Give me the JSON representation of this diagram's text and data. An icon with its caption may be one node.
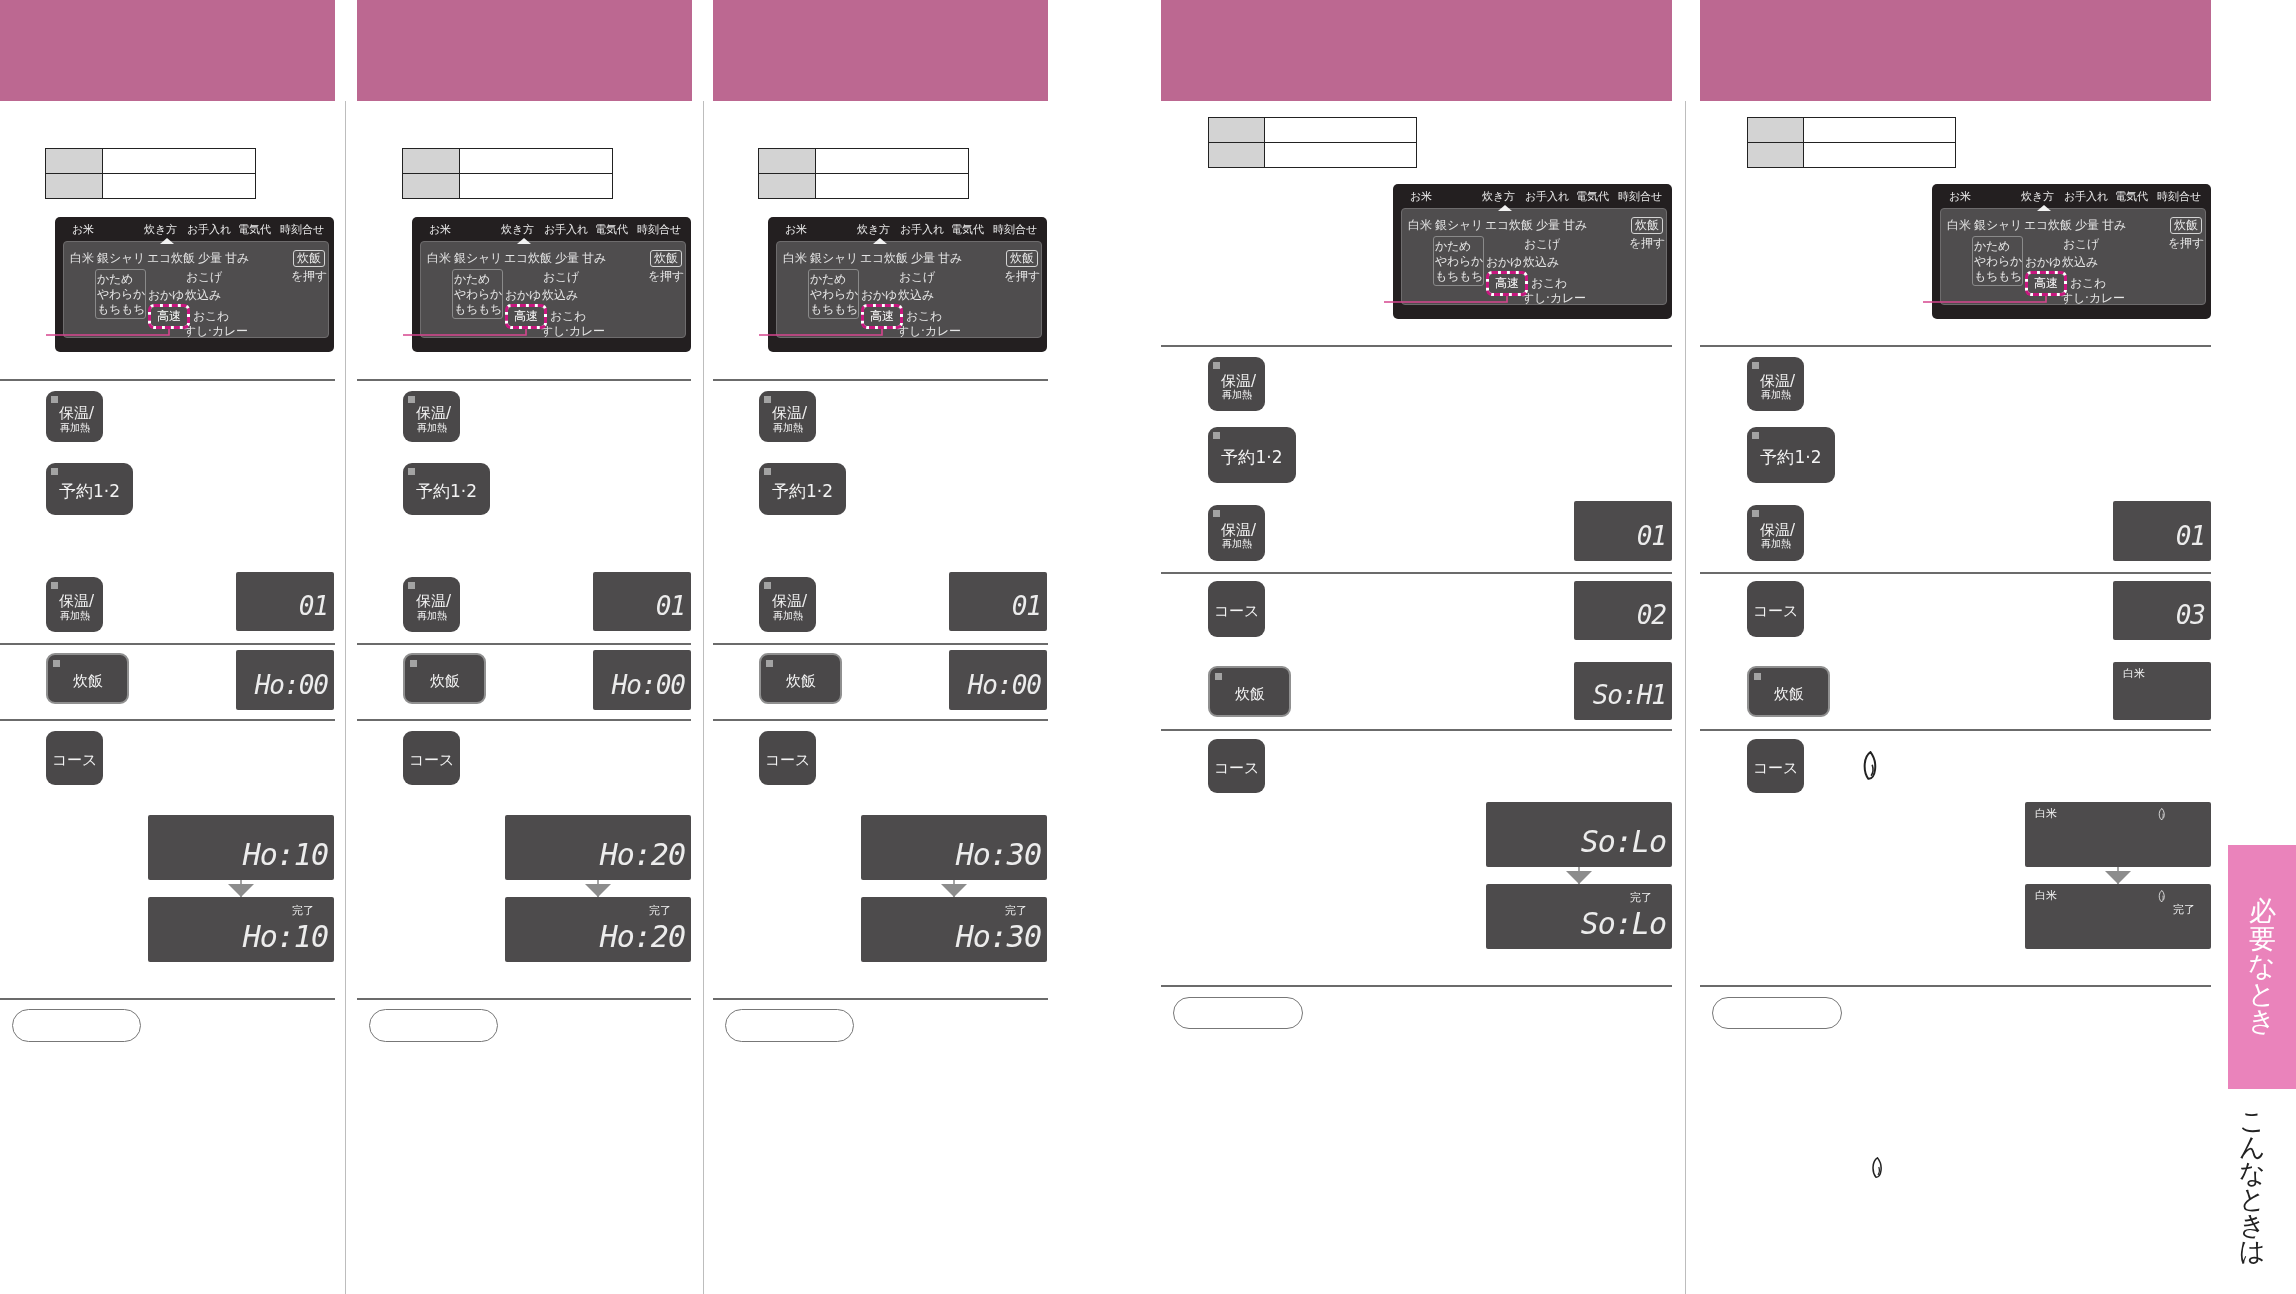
{
  "diagram": {
    "nodes": [
      {
        "text": [
          "お米",
          "炊き方",
          "お手入れ",
          "電気代",
          "時刻合せ"
        ]
      },
      {
        "text": [
          "白米",
          "銀シャリ",
          "エコ炊飯",
          "少量",
          "甘み",
          "おこげ",
          "おかゆ",
          "炊込み",
          "おこわ",
          "すし·カレー"
        ],
        "in": 0
      },
      {
        "text": [
          "炊飯"
        ],
        "beside": [
          "を押す"
        ],
        "in": 1
      },
      {
        "text": [
          "かため",
          "やわらか",
          "もちもち"
        ],
        "in": 1
      },
      {
        "text": [
          "高速"
        ],
        "in": 1
      },
      {
        "text": [
          "保温/",
          "再加熱"
        ]
      },
      {
        "text": [
          "予約1·2"
        ]
      },
      {
        "text": [
          "保温/",
          "再加熱"
        ]
      },
      {
        "text": [
          "01"
        ]
      },
      {
        "text": [
          "炊飯"
        ]
      },
      {
        "text": [
          "Ho:00"
        ]
      },
      {
        "text": [
          "コース"
        ]
      },
      {
        "text": [
          "Ho:10"
        ]
      },
      {
        "text": [
          "完了",
          "Ho:10"
        ]
      },
      {
        "text": [
          "お米",
          "炊き方",
          "お手入れ",
          "電気代",
          "時刻合せ"
        ]
      },
      {
        "text": [
          "白米",
          "銀シャリ",
          "エコ炊飯",
          "少量",
          "甘み",
          "おこげ",
          "おかゆ",
          "炊込み",
          "おこわ",
          "すし·カレー"
        ],
        "in": 14
      },
      {
        "text": [
          "炊飯"
        ],
        "beside": [
          "を押す"
        ],
        "in": 15
      },
      {
        "text": [
          "かため",
          "やわらか",
          "もちもち"
        ],
        "in": 15
      },
      {
        "text": [
          "高速"
        ],
        "in": 15
      },
      {
        "text": [
          "保温/",
          "再加熱"
        ]
      },
      {
        "text": [
          "予約1·2"
        ]
      },
      {
        "text": [
          "保温/",
          "再加熱"
        ]
      },
      {
        "text": [
          "01"
        ]
      },
      {
        "text": [
          "炊飯"
        ]
      },
      {
        "text": [
          "Ho:00"
        ]
      },
      {
        "text": [
          "コース"
        ]
      },
      {
        "text": [
          "Ho:20"
        ]
      },
      {
        "text": [
          "完了",
          "Ho:20"
        ]
      },
      {
        "text": [
          "お米",
          "炊き方",
          "お手入れ",
          "電気代",
          "時刻合せ"
        ]
      },
      {
        "text": [
          "白米",
          "銀シャリ",
          "エコ炊飯",
          "少量",
          "甘み",
          "おこげ",
          "おかゆ",
          "炊込み",
          "おこわ",
          "すし·カレー"
        ],
        "in": 28
      },
      {
        "text": [
          "炊飯"
        ],
        "beside": [
          "を押す"
        ],
        "in": 29
      },
      {
        "text": [
          "かため",
          "やわらか",
          "もちもち"
        ],
        "in": 29
      },
      {
        "text": [
          "高速"
        ],
        "in": 29
      },
      {
        "text": [
          "保温/",
          "再加熱"
        ]
      },
      {
        "text": [
          "予約1·2"
        ]
      },
      {
        "text": [
          "保温/",
          "再加熱"
        ]
      },
      {
        "text": [
          "01"
        ]
      },
      {
        "text": [
          "炊飯"
        ]
      },
      {
        "text": [
          "Ho:00"
        ]
      },
      {
        "text": [
          "コース"
        ]
      },
      {
        "text": [
          "Ho:30"
        ]
      },
      {
        "text": [
          "完了",
          "Ho:30"
        ]
      },
      {
        "text": [
          "お米",
          "炊き方",
          "お手入れ",
          "電気代",
          "時刻合せ"
        ]
      },
      {
        "text": [
          "白米",
          "銀シャリ",
          "エコ炊飯",
          "少量",
          "甘み",
          "おこげ",
          "おかゆ",
          "炊込み",
          "おこわ",
          "すし·カレー"
        ],
        "in": 42
      },
      {
        "text": [
          "炊飯"
        ],
        "beside": [
          "を押す"
        ],
        "in": 43
      },
      {
        "text": [
          "かため",
          "やわらか",
          "もちもち"
        ],
        "in": 43
      },
      {
        "text": [
          "高速"
        ],
        "in": 43
      },
      {
        "text": [
          "保温/",
          "再加熱"
        ]
      },
      {
        "text": [
          "予約1·2"
        ]
      },
      {
        "text": [
          "保温/",
          "再加熱"
        ]
      },
      {
        "text": [
          "01"
        ]
      },
      {
        "text": [
          "コース"
        ]
      },
      {
        "text": [
          "02"
        ]
      },
      {
        "text": [
          "炊飯"
        ]
      },
      {
        "text": [
          "So:H1"
        ]
      },
      {
        "text": [
          "コース"
        ]
      },
      {
        "text": [
          "So:Lo"
        ]
      },
      {
        "text": [
          "完了",
          "So:Lo"
        ]
      },
      {
        "text": [
          "お米",
          "炊き方",
          "お手入れ",
          "電気代",
          "時刻合せ"
        ]
      },
      {
        "text": [
          "白米",
          "銀シャリ",
          "エコ炊飯",
          "少量",
          "甘み",
          "おこげ",
          "おかゆ",
          "炊込み",
          "おこわ",
          "すし·カレー"
        ],
        "in": 58
      },
      {
        "text": [
          "炊飯"
        ],
        "beside": [
          "を押す"
        ],
        "in": 59
      },
      {
        "text": [
          "かため",
          "やわらか",
          "もちもち"
        ],
        "in": 59
      },
      {
        "text": [
          "高速"
        ],
        "in": 59
      },
      {
        "text": [
          "保温/",
          "再加熱"
        ]
      },
      {
        "text": [
          "予約1·2"
        ]
      },
      {
        "text": [
          "保温/",
          "再加熱"
        ]
      },
      {
        "text": [
          "01"
        ]
      },
      {
        "text": [
          "コース"
        ]
      },
      {
        "text": [
          "03"
        ]
      },
      {
        "text": [
          "炊飯"
        ]
      },
      {
        "text": [
          "白米"
        ]
      },
      {
        "text": [
          "コース"
        ]
      },
      {
        "text": [
          "白米"
        ]
      },
      {
        "text": [
          "白米",
          "完了"
        ]
      },
      {
        "text": [
          "必要なとき"
        ]
      }
    ],
    "edges": [
      {
        "from": 4,
        "to": null,
        "arrow": "none",
        "color": "#d6458f"
      },
      {
        "from": 12,
        "to": 13,
        "arrow": "to"
      },
      {
        "from": 18,
        "to": null,
        "arrow": "none",
        "color": "#d6458f"
      },
      {
        "from": 26,
        "to": 27,
        "arrow": "to"
      },
      {
        "from": 32,
        "to": null,
        "arrow": "none",
        "color": "#d6458f"
      },
      {
        "from": 40,
        "to": 41,
        "arrow": "to"
      },
      {
        "from": 46,
        "to": null,
        "arrow": "none",
        "color": "#d6458f"
      },
      {
        "from": 56,
        "to": 57,
        "arrow": "to"
      },
      {
        "from": 62,
        "to": null,
        "arrow": "none",
        "color": "#d6458f"
      },
      {
        "from": 72,
        "to": 73,
        "arrow": "to"
      }
    ],
    "labels": [
      "こんなときは"
    ]
  }
}
